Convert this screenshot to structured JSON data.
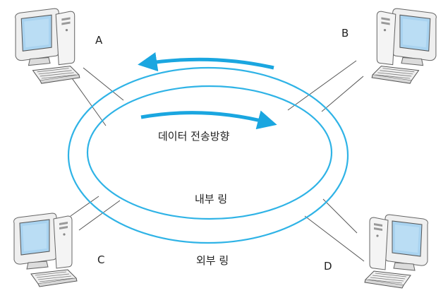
{
  "nodes": {
    "a": "A",
    "b": "B",
    "c": "C",
    "d": "D"
  },
  "labels": {
    "direction": "데이터 전송방향",
    "inner_ring": "내부 링",
    "outer_ring": "외부 링"
  },
  "colors": {
    "ring": "#2fb3e6",
    "arrow": "#1aa6e0",
    "monitor_screen": "#a9d3f0",
    "computer_body": "#f2f2f2",
    "outline": "#555555"
  },
  "icons": [
    "computer-icon"
  ]
}
